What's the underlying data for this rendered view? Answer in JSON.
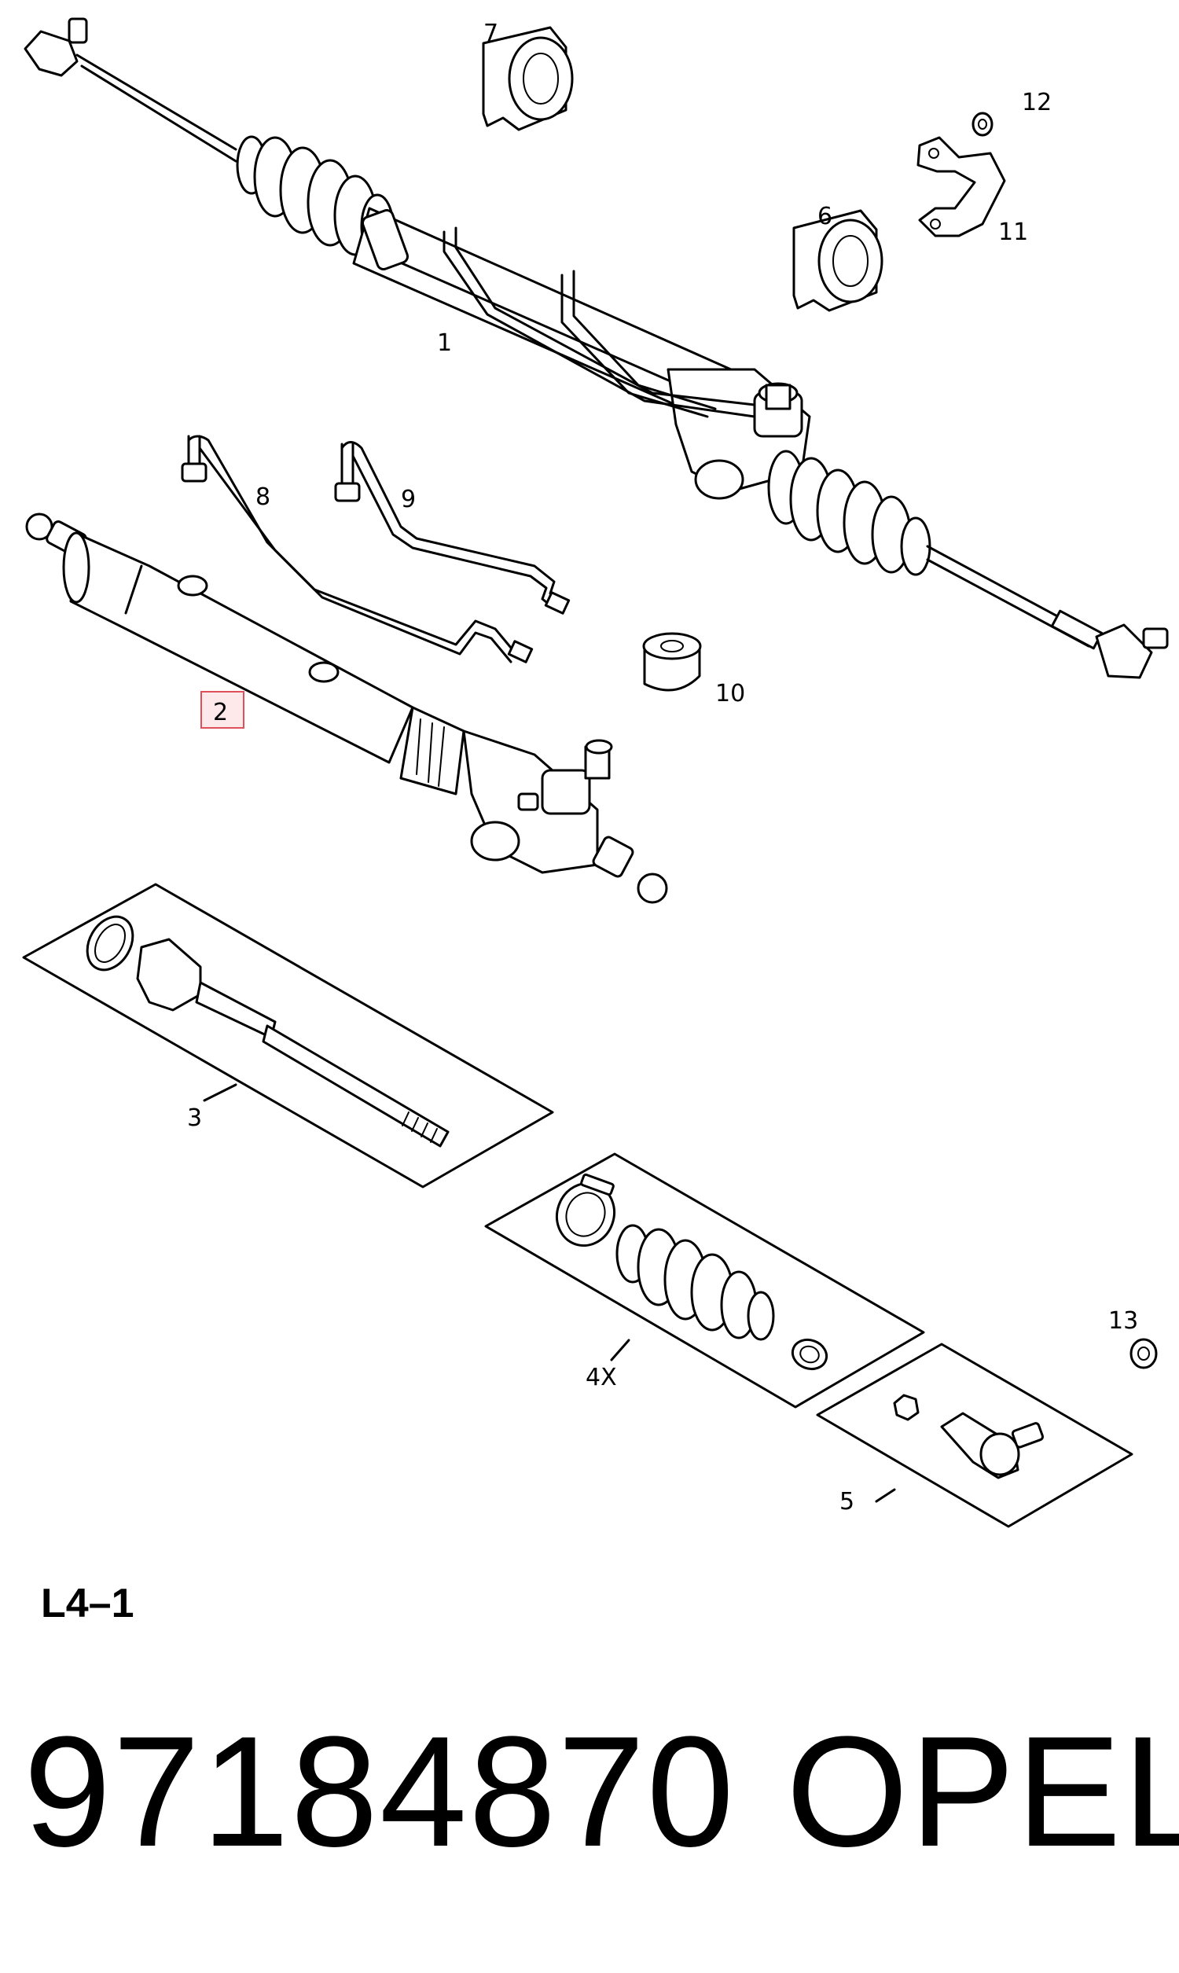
{
  "callouts": {
    "c1": "1",
    "c2": "2",
    "c3": "3",
    "c4": "4X",
    "c5": "5",
    "c6": "6",
    "c7": "7",
    "c8": "8",
    "c9": "9",
    "c10": "10",
    "c11": "11",
    "c12": "12",
    "c13": "13"
  },
  "reference_code": "L4–1",
  "part_number": "97184870",
  "brand": "OPEL",
  "highlight_color": "#e0505a"
}
